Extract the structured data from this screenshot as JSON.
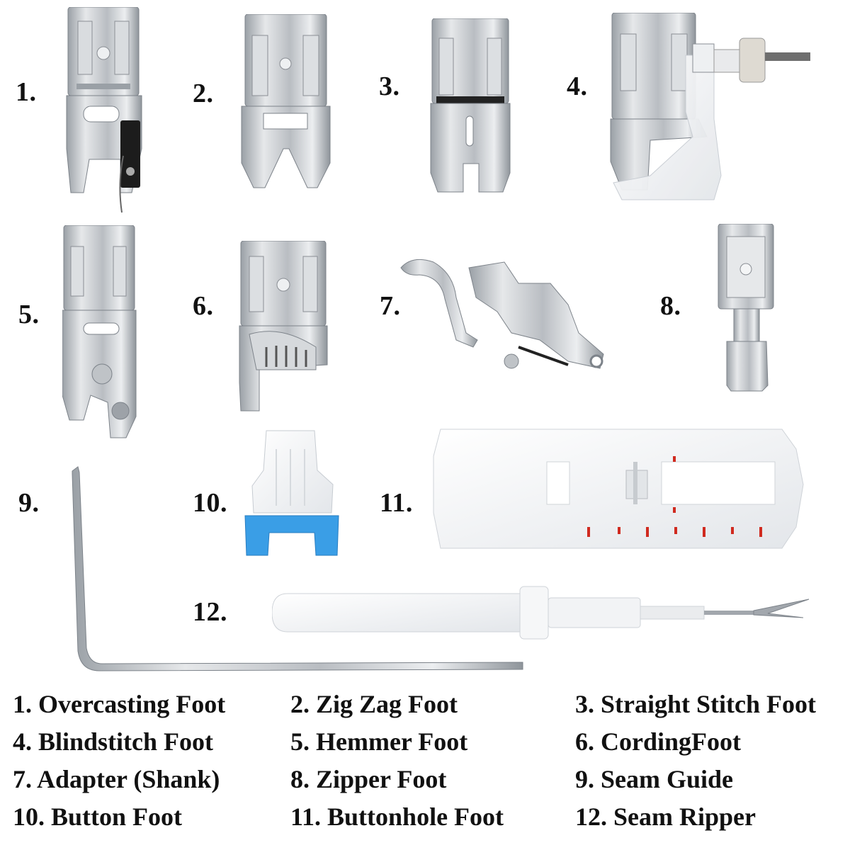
{
  "items": [
    {
      "number": "1.",
      "name": "Overcasting Foot"
    },
    {
      "number": "2.",
      "name": "Zig Zag Foot"
    },
    {
      "number": "3.",
      "name": "Straight Stitch Foot"
    },
    {
      "number": "4.",
      "name": "Blindstitch Foot"
    },
    {
      "number": "5.",
      "name": "Hemmer Foot"
    },
    {
      "number": "6.",
      "name": "CordingFoot"
    },
    {
      "number": "7.",
      "name": "Adapter (Shank)"
    },
    {
      "number": "8.",
      "name": "Zipper Foot"
    },
    {
      "number": "9.",
      "name": "Seam Guide"
    },
    {
      "number": "10.",
      "name": "Button Foot"
    },
    {
      "number": "11.",
      "name": "Buttonhole Foot"
    },
    {
      "number": "12.",
      "name": "Seam Ripper"
    }
  ],
  "legend": [
    "1. Overcasting Foot",
    "2. Zig Zag Foot",
    "3. Straight Stitch Foot",
    "4. Blindstitch Foot",
    "5. Hemmer Foot",
    "6. CordingFoot",
    "7. Adapter (Shank)",
    "8. Zipper Foot",
    "9. Seam Guide",
    "10. Button Foot",
    "11. Buttonhole Foot",
    "12. Seam Ripper"
  ],
  "colors": {
    "metal": "#c9ccd0",
    "metal_dark": "#8a8e94",
    "plastic_white": "#f3f4f6",
    "button_blue": "#3a9ee6",
    "ripper_red": "#d02a1f"
  }
}
